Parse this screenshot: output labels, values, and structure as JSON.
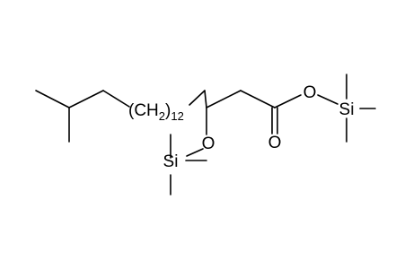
{
  "molecule": {
    "labels": {
      "oxygen_carbonyl": "O",
      "oxygen_ester": "O",
      "oxygen_ether": "O",
      "silicon_ester": "Si",
      "silicon_ether": "Si",
      "chain_prefix": "(CH",
      "chain_subscript_2": "2",
      "chain_suffix": ")",
      "chain_repeat": "12"
    },
    "colors": {
      "bond": "#000000",
      "text": "#000000",
      "background": "#ffffff"
    }
  }
}
